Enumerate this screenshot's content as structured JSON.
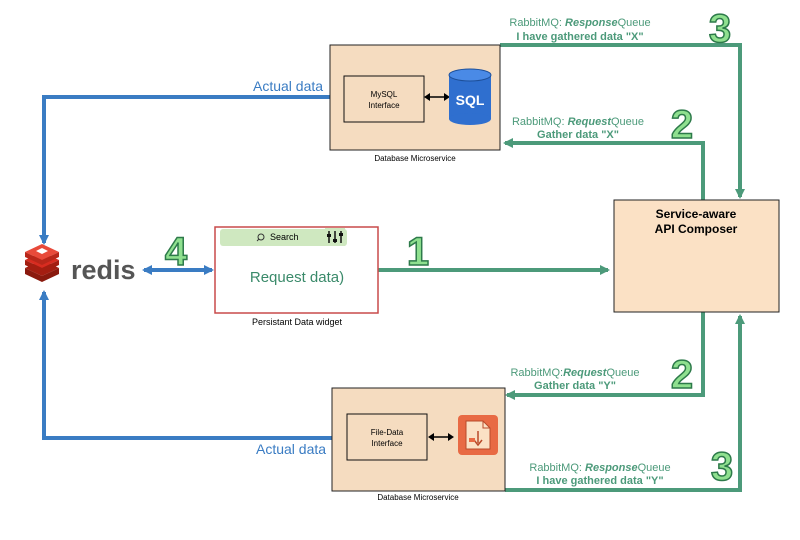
{
  "top_service": {
    "interface_line1": "MySQL",
    "interface_line2": "Interface",
    "db_icon_label": "SQL",
    "caption": "Database Microservice"
  },
  "bottom_service": {
    "interface_line1": "File-Data",
    "interface_line2": "Interface",
    "caption": "Database Microservice"
  },
  "composer": {
    "line1": "Service-aware",
    "line2": "API Composer"
  },
  "widget": {
    "search_label": "Search",
    "body_text": "Request data)",
    "caption": "Persistant Data widget"
  },
  "redis": {
    "label": "redis"
  },
  "flows": {
    "top_response_queue": {
      "prefix": "RabbitMQ:",
      "bold": "Response",
      "suffix": "Queue",
      "detail": "I have gathered data \"X\"",
      "step": "3"
    },
    "top_request_queue": {
      "prefix": "RabbitMQ:",
      "bold": "Request",
      "suffix": "Queue",
      "detail": "Gather data \"X\"",
      "step": "2"
    },
    "bottom_request_queue": {
      "prefix": "RabbitMQ:",
      "bold": "Request",
      "suffix": "Queue",
      "detail": "Gather data \"Y\"",
      "step": "2"
    },
    "bottom_response_queue": {
      "prefix": "RabbitMQ:",
      "bold": "Response",
      "suffix": "Queue",
      "detail": "I have gathered data \"Y\"",
      "step": "3"
    },
    "widget_to_composer": {
      "step": "1"
    },
    "redis_widget": {
      "step": "4"
    },
    "actual_data_top": "Actual data",
    "actual_data_bottom": "Actual data"
  },
  "colors": {
    "green_arrow": "#4c9a7a",
    "blue_arrow": "#3a7cc3",
    "service_fill": "#f5dcc0",
    "composer_fill": "#fbe1c5",
    "widget_border": "#c94a4a",
    "redis_red": "#d82c20"
  }
}
